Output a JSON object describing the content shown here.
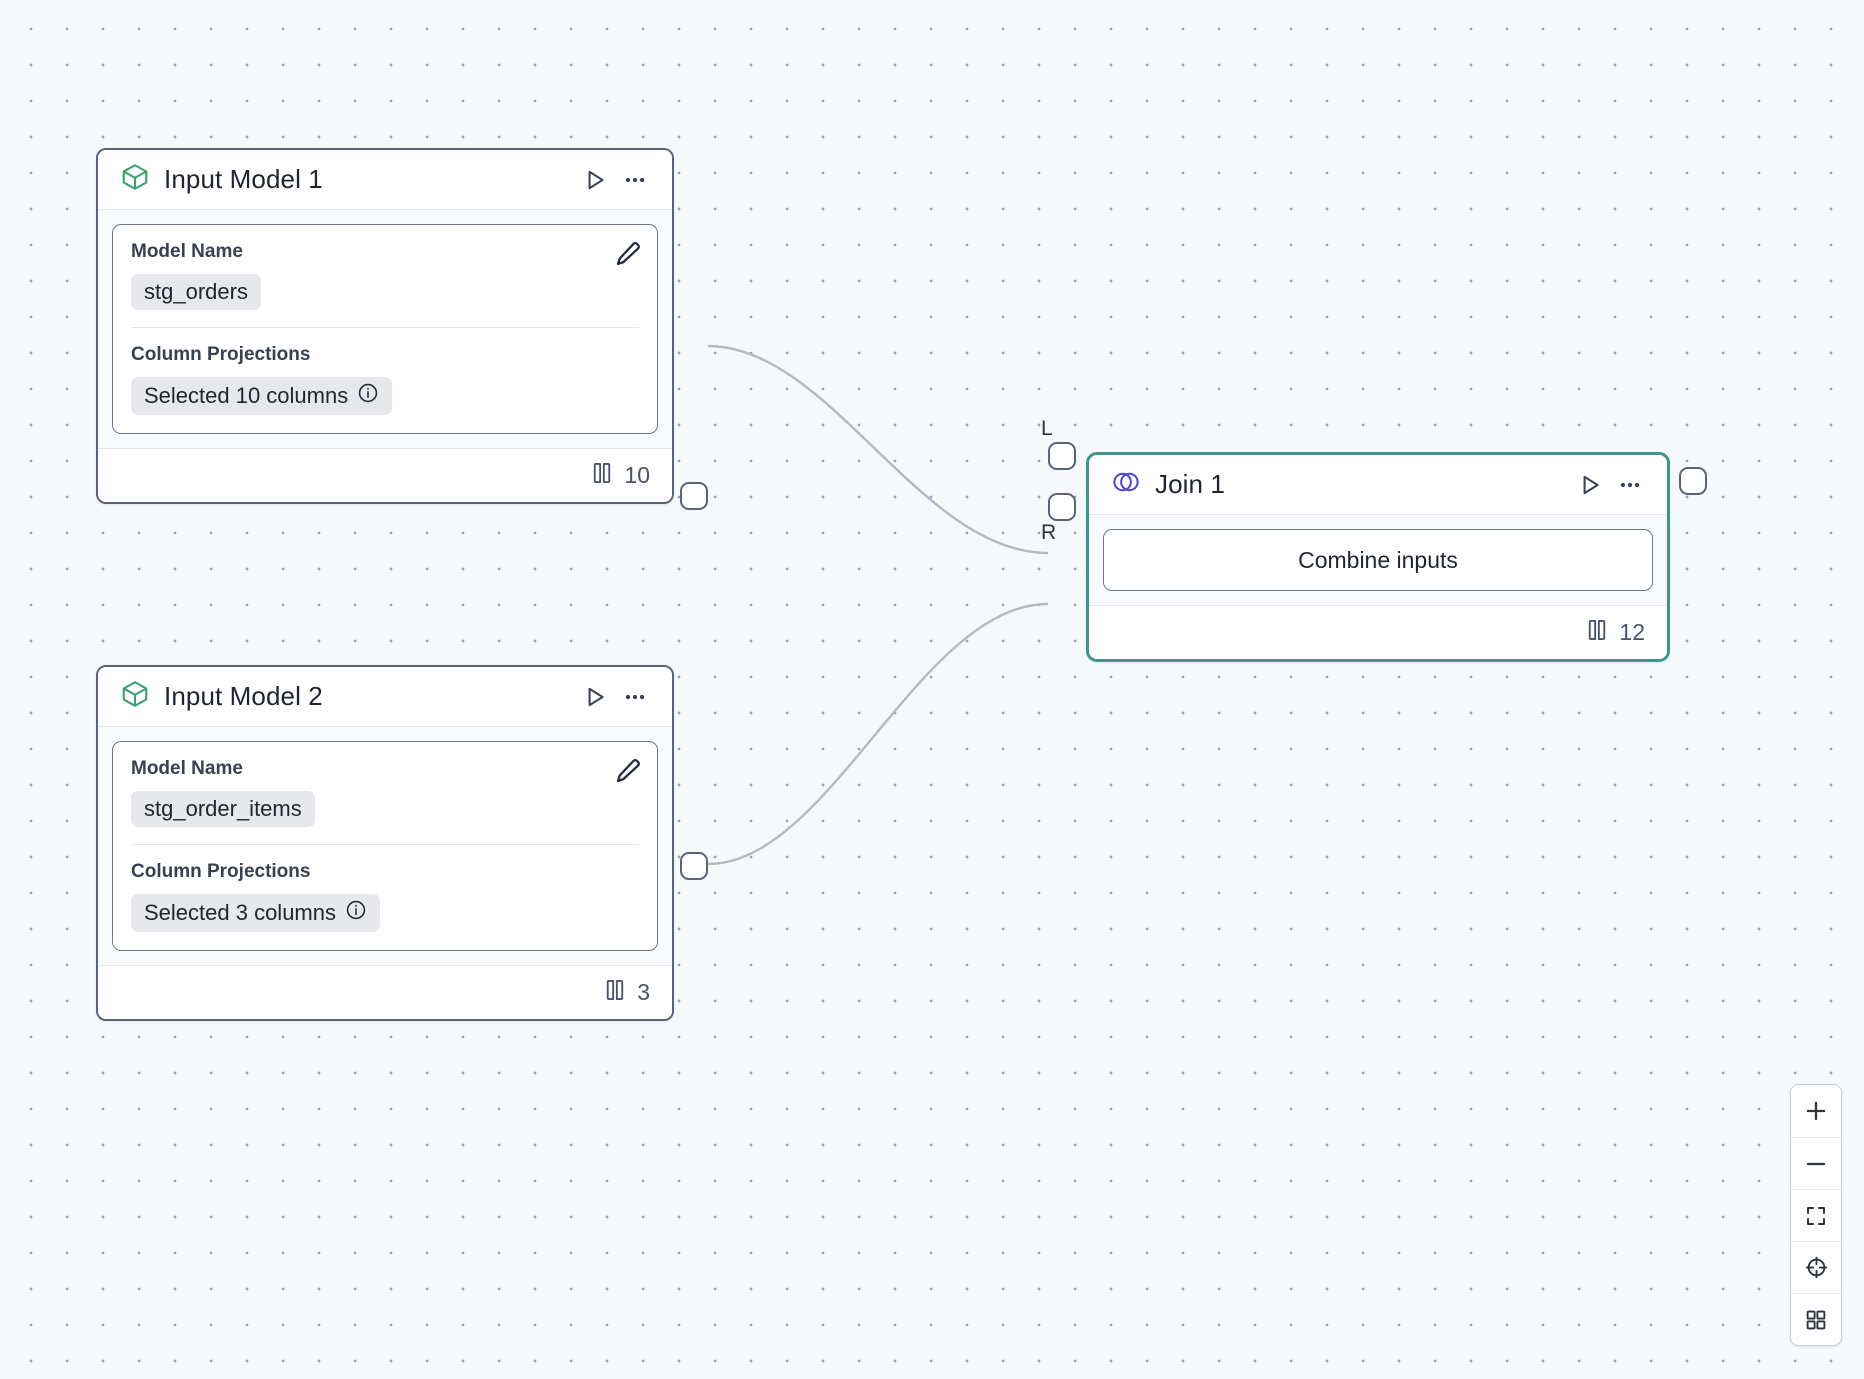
{
  "canvas": {
    "background_color": "#f6f8fa",
    "dot_color": "#9aa2b1",
    "edge_color": "#b4b9c2"
  },
  "nodes": [
    {
      "id": "input-model-1",
      "title": "Input Model 1",
      "icon": "cube-icon",
      "icon_color": "#3aa06e",
      "selected": false,
      "fields": {
        "model_name_label": "Model Name",
        "model_name_value": "stg_orders",
        "column_projections_label": "Column Projections",
        "column_projections_value": "Selected 10 columns"
      },
      "footer_count": "10",
      "footer_icon": "columns-icon",
      "header_actions": [
        "run-icon",
        "more-options-icon"
      ],
      "edit_icon": "pencil-icon",
      "info_icon": "info-icon"
    },
    {
      "id": "input-model-2",
      "title": "Input Model 2",
      "icon": "cube-icon",
      "icon_color": "#3aa06e",
      "selected": false,
      "fields": {
        "model_name_label": "Model Name",
        "model_name_value": "stg_order_items",
        "column_projections_label": "Column Projections",
        "column_projections_value": "Selected 3 columns"
      },
      "footer_count": "3",
      "footer_icon": "columns-icon",
      "header_actions": [
        "run-icon",
        "more-options-icon"
      ],
      "edit_icon": "pencil-icon",
      "info_icon": "info-icon"
    },
    {
      "id": "join-1",
      "title": "Join 1",
      "icon": "venn-join-icon",
      "icon_color": "#4b45d6",
      "selected": true,
      "selected_border_color": "#3d9590",
      "action_label": "Combine inputs",
      "footer_count": "12",
      "footer_icon": "columns-icon",
      "header_actions": [
        "run-icon",
        "more-options-icon"
      ],
      "ports": {
        "left_input_label": "L",
        "right_input_label": "R"
      }
    }
  ],
  "controls": [
    {
      "name": "zoom-in",
      "label": "+"
    },
    {
      "name": "zoom-out",
      "label": "−"
    },
    {
      "name": "fit-view",
      "label": ""
    },
    {
      "name": "center-view",
      "label": ""
    },
    {
      "name": "toggle-minimap",
      "label": ""
    }
  ]
}
